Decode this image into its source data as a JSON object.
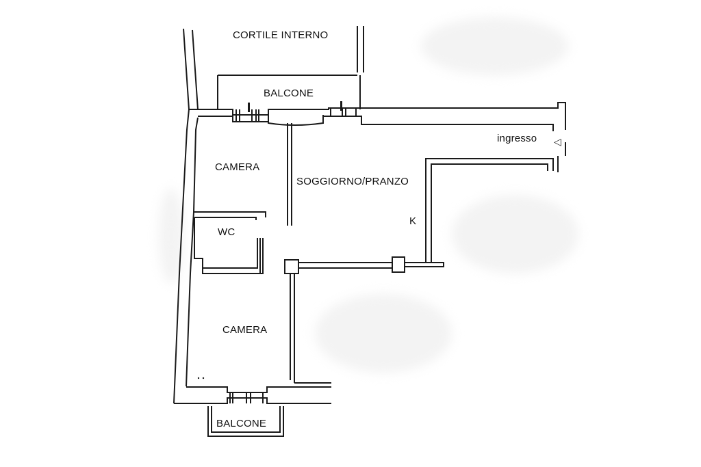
{
  "labels": {
    "cortile": "CORTILE INTERNO",
    "balcone_top": "BALCONE",
    "camera_top": "CAMERA",
    "soggiorno": "SOGGIORNO/PRANZO",
    "wc": "WC",
    "ingresso": "ingresso",
    "entry_arrow": "◁",
    "kitchen": "K",
    "camera_bottom": "CAMERA",
    "balcone_bottom": "BALCONE"
  },
  "colors": {
    "wall": "#1a1a1a",
    "background": "#ffffff"
  }
}
